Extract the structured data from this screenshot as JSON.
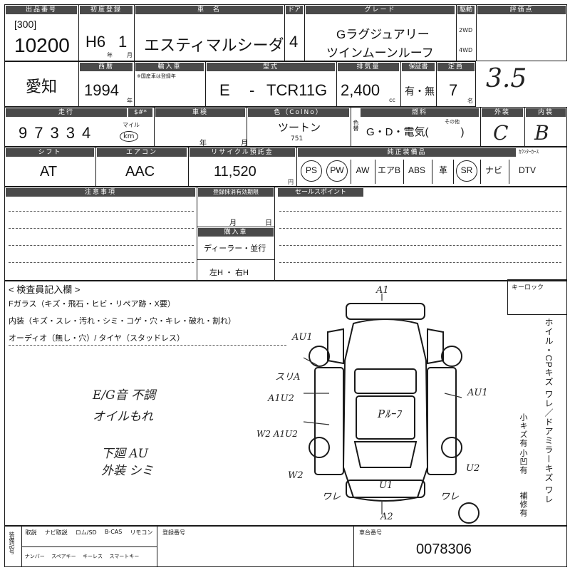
{
  "header": {
    "lot_label": "出品番号",
    "lot_prefix": "[300]",
    "lot_number": "10200",
    "first_reg_label": "初度登録",
    "first_reg_era": "H6",
    "first_reg_month": "1",
    "year_unit": "年",
    "month_unit": "月",
    "model_label": "車　名",
    "model_name": "エスティマルシーダ",
    "doors_label": "ドア",
    "doors": "4",
    "grade_label": "グレード",
    "grade_line1": "Gラグジュアリー",
    "grade_line2": "ツインムーンルーフ",
    "drive_label": "駆動",
    "drive_2wd": "2WD",
    "drive_4wd": "4WD",
    "score_label": "評価点",
    "score_value": "3.5"
  },
  "row2": {
    "region": "愛知",
    "year_label": "西暦",
    "year": "1994",
    "year_unit": "年",
    "import_label": "輸入車",
    "import_note": "※国産車は登録年",
    "type_label": "型式",
    "type_prefix": "E",
    "type_dash": "-",
    "type_code": "TCR11G",
    "displacement_label": "排気量",
    "displacement": "2,400",
    "displacement_unit": "cc",
    "warranty_label": "保証書",
    "warranty": "有・無",
    "capacity_label": "定員",
    "capacity": "7",
    "capacity_unit": "名"
  },
  "row3": {
    "mileage_label": "走行",
    "meter_label": "$#*",
    "mileage_digits": [
      "9",
      "7",
      "3",
      "3",
      "4"
    ],
    "mile_label": "マイル",
    "km_label": "km",
    "inspection_label": "車検",
    "inspection_year": "年",
    "inspection_month": "月",
    "color_label": "色（ColNo）",
    "color": "ツートン",
    "color_no": "751",
    "color_change_label": "色替",
    "fuel_label": "燃料",
    "fuel_options": "G・D・電気(　　　)",
    "fuel_other": "その他",
    "exterior_label": "外装",
    "exterior": "C",
    "interior_label": "内装",
    "interior": "B"
  },
  "row4": {
    "shift_label": "シフト",
    "shift": "AT",
    "aircon_label": "エアコン",
    "aircon": "AAC",
    "recycle_label": "リサイクル預託金",
    "recycle": "11,520",
    "recycle_unit": "円",
    "equipment_label": "純正装備品",
    "equipment": [
      "PS",
      "PW",
      "AW",
      "エアB",
      "ABS",
      "革",
      "SR",
      "ナビ",
      "DTV"
    ],
    "equipment_circled": [
      "PS",
      "PW",
      "SR"
    ],
    "carcounter_label": "ｶｳﾝﾀｰｶｰｽ"
  },
  "notes": {
    "caution_label": "注意事項",
    "reg_deadline_label": "登録抹消有効期限",
    "reg_month": "月",
    "reg_day": "日",
    "purchase_label": "購入車",
    "purchase_value": "ディーラー・並行",
    "steering": "左H ・ 右H",
    "sales_label": "セールスポイント"
  },
  "inspector": {
    "title": "< 検査員記入欄 >",
    "line1": "Fガラス（キズ・飛石・ヒビ・リペア跡・X要）",
    "line2": "内装（キズ・スレ・汚れ・シミ・コゲ・穴・キレ・破れ・割れ）",
    "line3": "オーディオ（無し・穴）/ タイヤ（スタッドレス）",
    "hand1": "E/G音 不調",
    "hand2": "オイルもれ",
    "hand3": "下廻 AU",
    "hand4": "外装 シミ",
    "keylock_label": "キーロック",
    "vertical_text": "ホイル・CPキズ ワレ／ドアミラーキズ ワレ",
    "vertical_small1": "小キズ有",
    "vertical_small2": "小凹有",
    "vertical_small3": "補修有"
  },
  "diagram_marks": {
    "a1": "A1",
    "au1_left": "AU1",
    "sure": "スリA",
    "a1u2": "A1U2",
    "w2a1u2": "W2 A1U2",
    "w2": "W2",
    "ware_left": "ワレ",
    "u1": "U1",
    "a2": "A2",
    "au1_right": "AU1",
    "u2": "U2",
    "ware_right": "ワレ",
    "roof": "Pﾙｰﾌ"
  },
  "footer": {
    "mark_label": "装備記号",
    "items_row1": [
      "取説",
      "ナビ取説",
      "ロム/SD",
      "B-CAS",
      "リモコン"
    ],
    "items_row2": [
      "ナンバー",
      "スペアキー",
      "キーレス",
      "スマートキー"
    ],
    "reg_no_label": "登録番号",
    "chassis_label": "車台番号",
    "chassis": "0078306"
  }
}
